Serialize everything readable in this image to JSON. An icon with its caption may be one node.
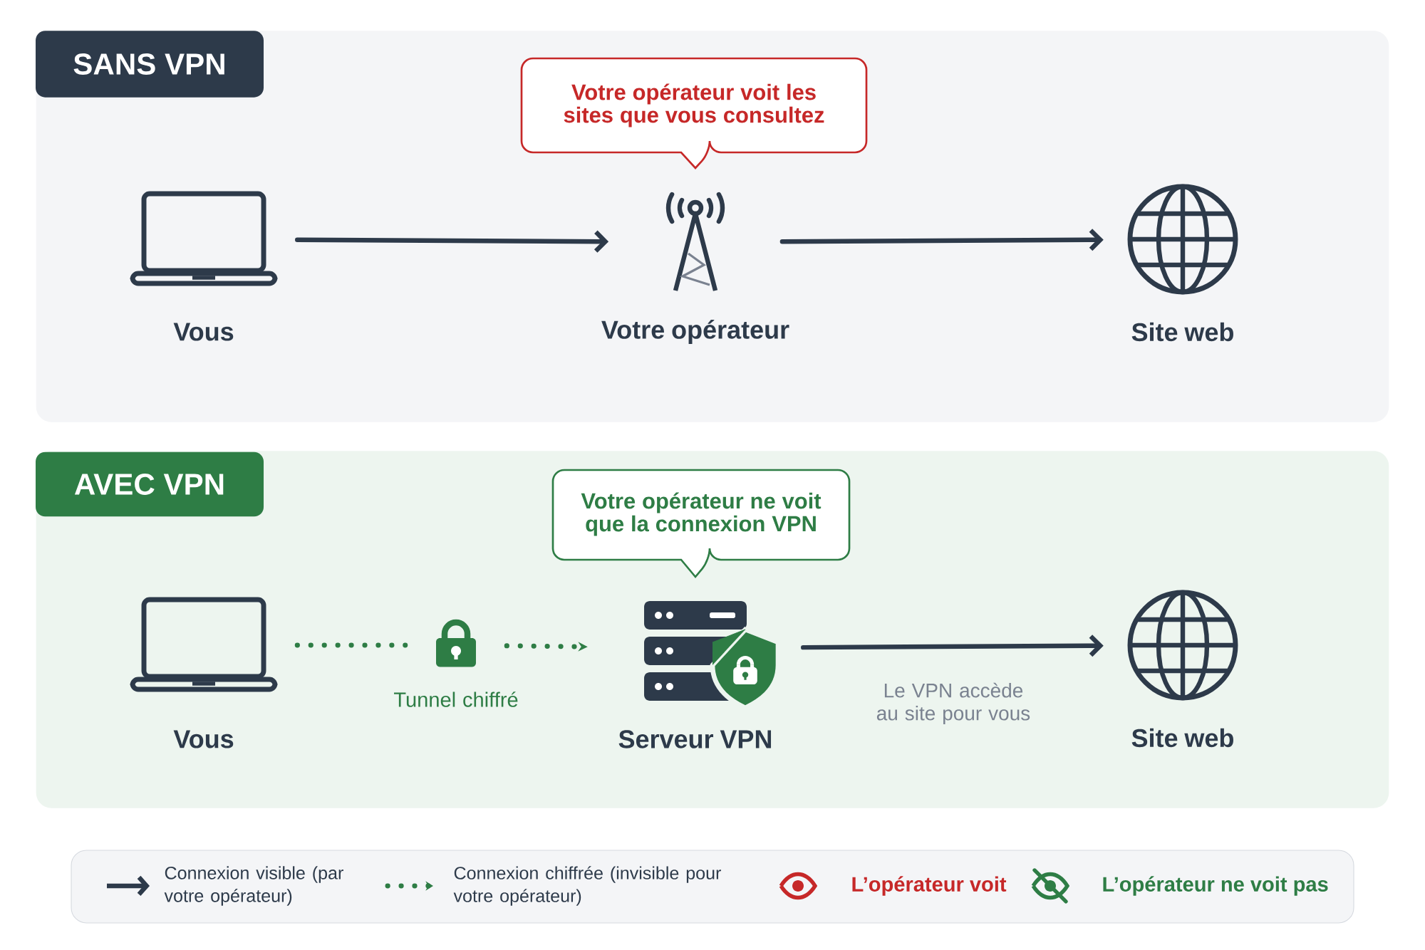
{
  "diagram": {
    "nodes": [
      {
        "text": [
          "SANS VPN"
        ]
      },
      {
        "text": [
          "Votre opérateur voit les sites que vous consultez"
        ],
        "in": 0
      },
      {
        "text": [
          "Vous"
        ],
        "in": 0
      },
      {
        "text": [
          "Votre opérateur"
        ],
        "in": 0
      },
      {
        "text": [
          "Site web"
        ],
        "in": 0
      },
      {
        "text": [
          "AVEC VPN"
        ]
      },
      {
        "text": [
          "Votre opérateur ne voit que la connexion VPN"
        ],
        "in": 5
      },
      {
        "text": [
          "Vous"
        ],
        "in": 5
      },
      {
        "text": [
          "Tunnel chiffré"
        ],
        "in": 5
      },
      {
        "text": [
          "Serveur VPN"
        ],
        "in": 5
      },
      {
        "text": [
          "Site web"
        ],
        "in": 5
      }
    ],
    "edges": [
      {
        "from": 2,
        "to": 3,
        "arrow": "to"
      },
      {
        "from": 3,
        "to": 4,
        "arrow": "to"
      },
      {
        "from": 7,
        "to": 8,
        "arrow": "none",
        "style": "dashed",
        "color": "#2e7d45"
      },
      {
        "from": 8,
        "to": 9,
        "arrow": "to",
        "style": "dashed",
        "color": "#2e7d45"
      },
      {
        "from": 9,
        "to": 10,
        "arrow": "to",
        "label": "Le VPN accède au site pour vous"
      }
    ],
    "legend": [
      {
        "text": "Connexion visible (par votre opérateur)"
      },
      {
        "text": "Connexion chiffrée (invisible pour votre opérateur)"
      },
      {
        "text": "L’opérateur voit"
      },
      {
        "text": "L’opérateur ne voit pas"
      }
    ]
  }
}
